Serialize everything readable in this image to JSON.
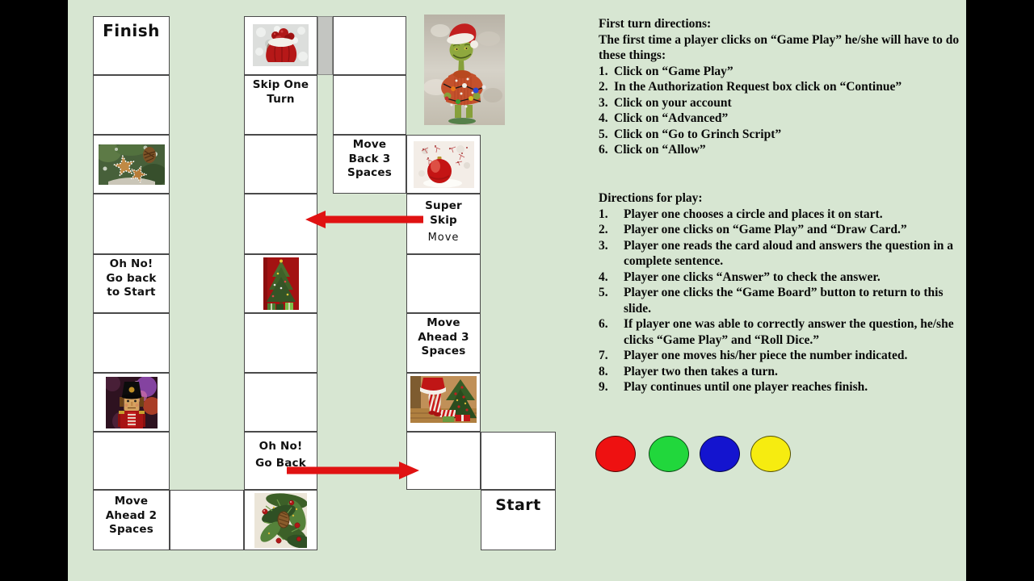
{
  "slide": {
    "background": "#d7e6d2"
  },
  "board": {
    "finish_label": "Finish",
    "start_label": "Start",
    "cells": {
      "skip_one_turn": "Skip One\nTurn",
      "move_back_3": "Move\nBack 3\nSpaces",
      "super_skip": "Super\nSkip",
      "super_skip_sub": "Move",
      "oh_no_go_back_to_start": "Oh No!\nGo back\nto Start",
      "move_ahead_3": "Move\nAhead 3\nSpaces",
      "oh_no_go_back": "Oh No!\nGo Back",
      "move_ahead_2": "Move\nAhead 2\nSpaces"
    },
    "images": {
      "santa_bag": "santa-bag-image",
      "grinch": "grinch-figurine-image",
      "cookies": "star-cookies-image",
      "ornament": "red-ornament-image",
      "tree": "christmas-tree-image",
      "nutcracker": "nutcracker-image",
      "stockings": "striped-stockings-image",
      "greenery": "evergreen-wreath-image"
    },
    "arrow_color": "#e01212"
  },
  "panel": {
    "first_turn": {
      "title": "First turn directions:",
      "intro": "The first time a player clicks on “Game Play” he/she will have to do these things:",
      "items": [
        {
          "n": "1.",
          "t": "Click on “Game Play”"
        },
        {
          "n": "2.",
          "t": "In the Authorization Request box click on “Continue”"
        },
        {
          "n": "3.",
          "t": "Click on your account"
        },
        {
          "n": "4.",
          "t": "Click on “Advanced”"
        },
        {
          "n": "5.",
          "t": "Click on “Go to Grinch Script”"
        },
        {
          "n": "6.",
          "t": "Click on “Allow”"
        }
      ]
    },
    "play": {
      "title": "Directions for play:",
      "items": [
        {
          "n": "1.",
          "t": "Player one chooses a circle and places it on start."
        },
        {
          "n": "2.",
          "t": "Player one clicks on “Game Play” and “Draw Card.”"
        },
        {
          "n": "3.",
          "t": "Player one reads the card aloud and answers the question in a complete sentence."
        },
        {
          "n": "4.",
          "t": "Player one clicks “Answer” to check the answer."
        },
        {
          "n": "5.",
          "t": "Player one clicks the “Game Board” button to return to this slide."
        },
        {
          "n": "6.",
          "t": "If player one was able to correctly answer the question, he/she clicks “Game Play” and “Roll Dice.”"
        },
        {
          "n": "7.",
          "t": "Player one moves his/her piece the number indicated."
        },
        {
          "n": "8.",
          "t": "Player two then takes a turn."
        },
        {
          "n": "9.",
          "t": "Play continues until one player reaches finish."
        }
      ]
    },
    "tokens": [
      {
        "name": "red",
        "color": "#ee1111"
      },
      {
        "name": "green",
        "color": "#21d73c"
      },
      {
        "name": "blue",
        "color": "#1414cf"
      },
      {
        "name": "yellow",
        "color": "#f6ec10"
      }
    ]
  }
}
